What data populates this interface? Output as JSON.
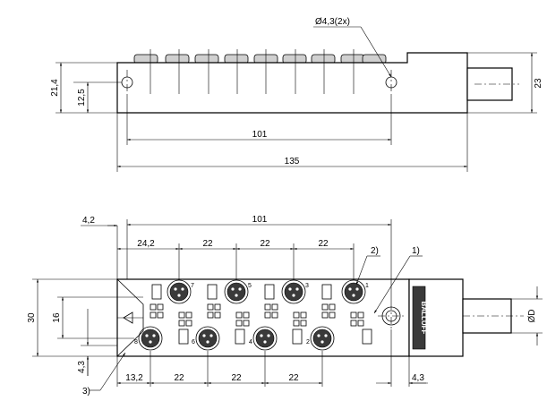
{
  "side_view": {
    "hole_callout": "Ø4,3(2x)",
    "dim_height_left": "21,4",
    "dim_hole_height": "12,5",
    "dim_height_right": "23",
    "dim_hole_spacing": "101",
    "dim_overall_length": "135"
  },
  "top_view": {
    "dim_offset_left": "4,2",
    "dim_hole_spacing": "101",
    "dim_first_pitch": "24,2",
    "dim_pitch_top": [
      "22",
      "22",
      "22"
    ],
    "dim_height": "30",
    "dim_inner_height": "16",
    "dim_edge_bottom": "4,3",
    "dim_first_pitch_bottom": "13,2",
    "dim_pitch_bottom": [
      "22",
      "22",
      "22"
    ],
    "dim_edge_right": "4,3",
    "dim_cable_diameter": "ØD",
    "callout_1": "1)",
    "callout_2": "2)",
    "callout_3": "3)",
    "brand_label": "BALLUFF",
    "port_numbers_top": [
      "7",
      "5",
      "3",
      "1"
    ],
    "port_numbers_bottom": [
      "8",
      "6",
      "4",
      "2"
    ]
  }
}
